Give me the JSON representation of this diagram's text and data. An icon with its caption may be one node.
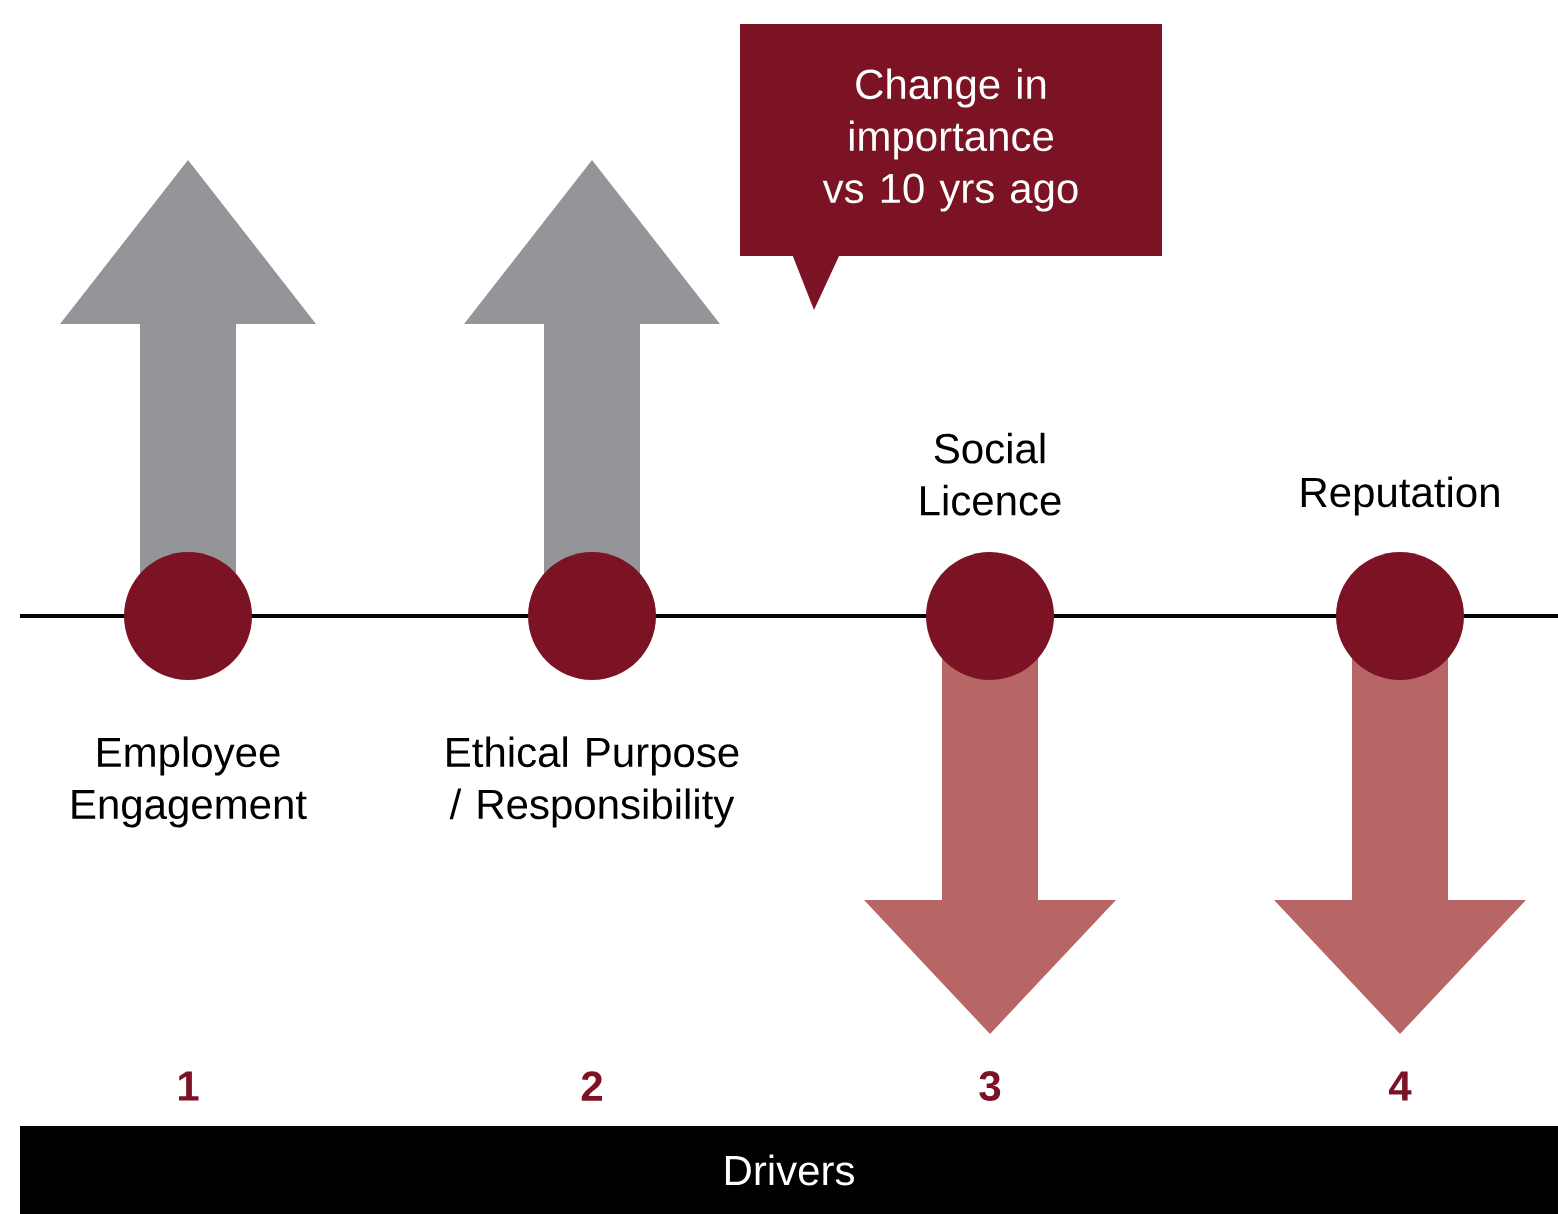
{
  "diagram": {
    "nodes": [
      {
        "text": [
          "Change in importance vs 10 yrs ago"
        ]
      },
      {
        "text": [],
        "shape": "circle",
        "beside": [
          "Employee Engagement"
        ]
      },
      {
        "text": [],
        "shape": "circle",
        "beside": [
          "Ethical Purpose / Responsibility"
        ]
      },
      {
        "text": [],
        "shape": "circle",
        "beside": [
          "Social Licence"
        ]
      },
      {
        "text": [],
        "shape": "circle",
        "beside": [
          "Reputation"
        ]
      },
      {
        "text": [
          "Drivers"
        ]
      }
    ],
    "edges": [],
    "labels": [
      "1",
      "2",
      "3",
      "4"
    ]
  }
}
